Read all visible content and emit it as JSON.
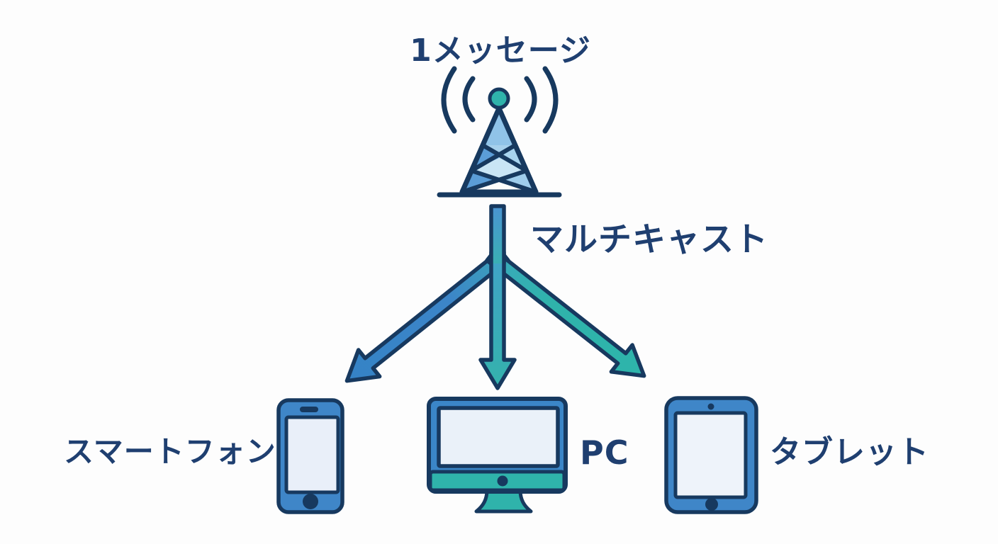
{
  "diagram": {
    "title": "1メッセージ",
    "flow_label": "マルチキャスト",
    "source": {
      "name": "broadcast tower",
      "icon": "broadcast-tower-icon"
    },
    "devices": [
      {
        "id": "smartphone",
        "label": "スマートフォン",
        "icon": "smartphone-icon"
      },
      {
        "id": "pc",
        "label": "PC",
        "icon": "pc-monitor-icon"
      },
      {
        "id": "tablet",
        "label": "タブレット",
        "icon": "tablet-icon"
      }
    ]
  },
  "colors": {
    "text_navy": "#1f3f70",
    "outline_navy": "#17395f",
    "device_blue": "#3f86c8",
    "teal": "#2fb3ab",
    "arrow_blue": "#3c85c8",
    "screen_light": "#ecf2fa",
    "tower_light_blue": "#a6d0ec",
    "background": "#fdfdfd"
  }
}
